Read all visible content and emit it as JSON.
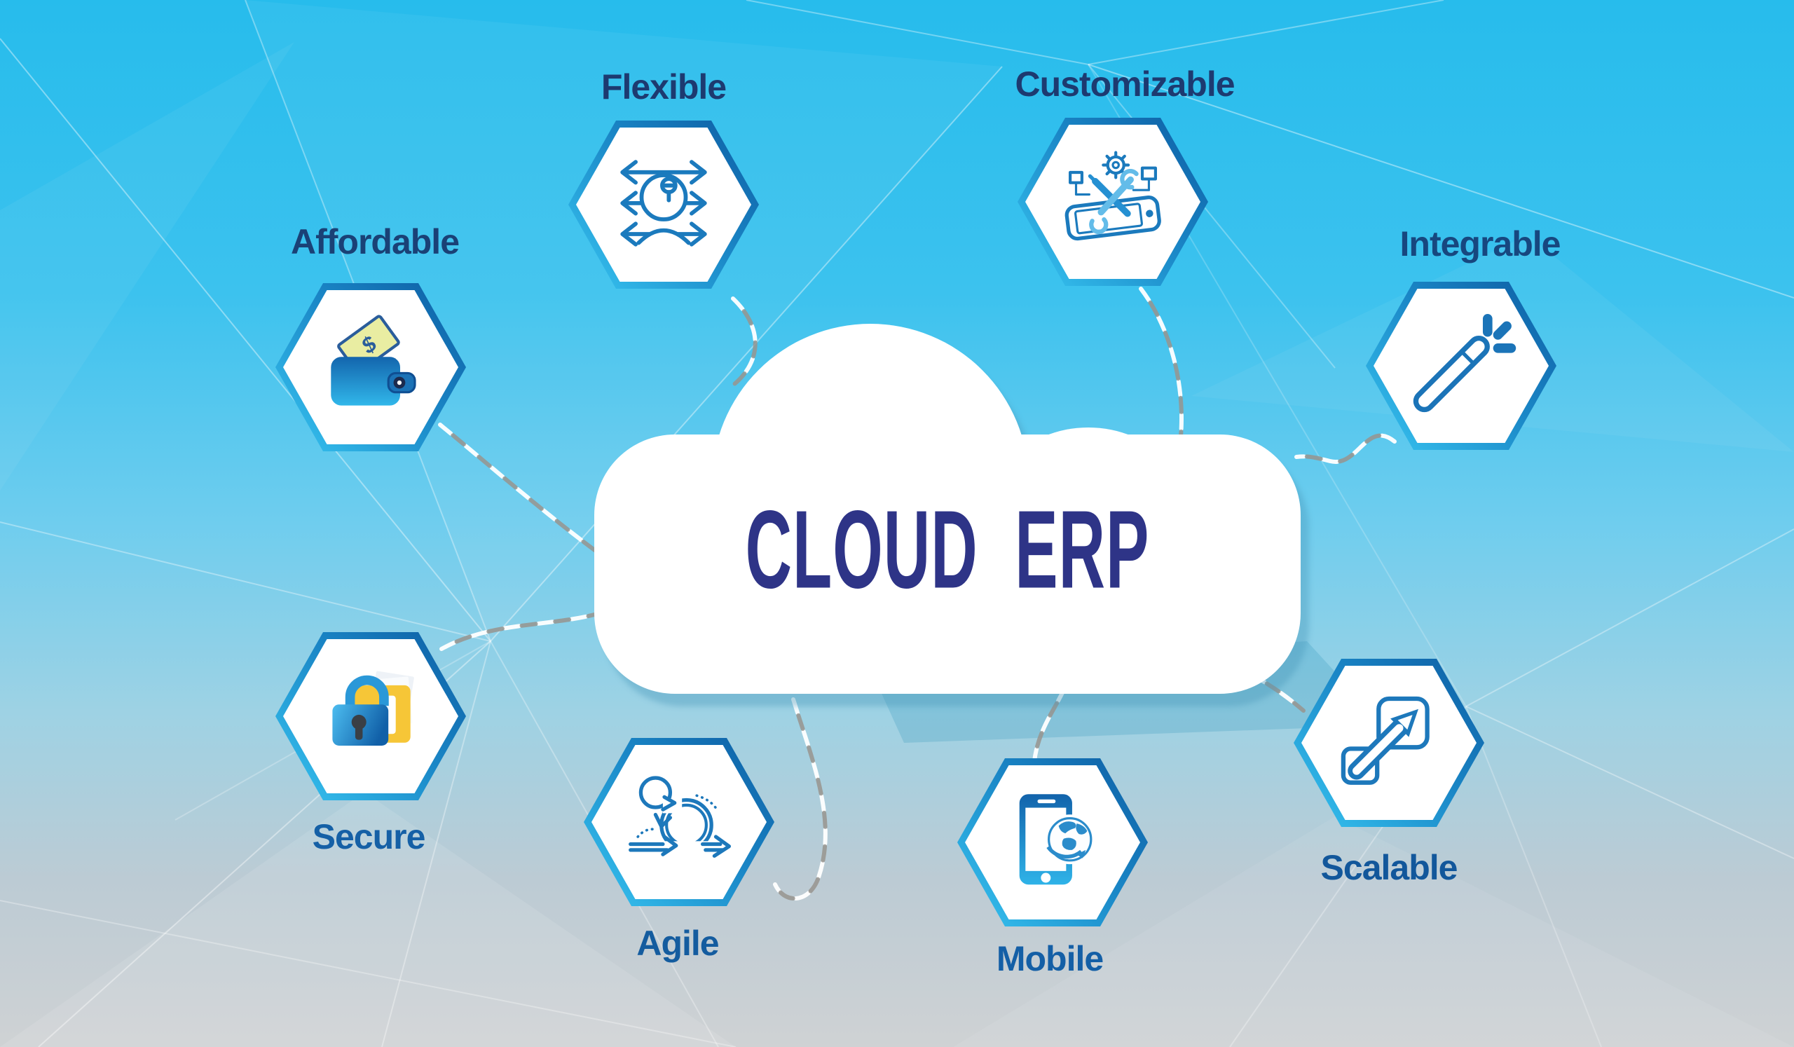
{
  "title": "CLOUD ERP",
  "title_color": "#2e3487",
  "background": {
    "top_color": "#27bcec",
    "bottom_color": "#cfd2d4",
    "mesh_line_color": "#ffffff"
  },
  "cloud": {
    "fill": "#ffffff",
    "shadow_color": "#6aa9c4"
  },
  "hexagon": {
    "fill": "#ffffff",
    "border_gradient_start": "#38c6f2",
    "border_gradient_end": "#0d5ca2"
  },
  "connectors": {
    "white_dash_color": "#ffffff",
    "gray_dash_color": "#98948e"
  },
  "icon_stroke_color": "#1b7abd",
  "features": [
    {
      "id": "affordable",
      "label": "Affordable",
      "icon": "wallet-icon",
      "label_color": "#1a4176",
      "position": "upper-left"
    },
    {
      "id": "flexible",
      "label": "Flexible",
      "icon": "head-arrows-icon",
      "label_color": "#1d3a70",
      "position": "top-left"
    },
    {
      "id": "customizable",
      "label": "Customizable",
      "icon": "phone-tools-icon",
      "label_color": "#1d3a70",
      "position": "top-right"
    },
    {
      "id": "integrable",
      "label": "Integrable",
      "icon": "magic-wand-icon",
      "label_color": "#17477f",
      "position": "upper-right"
    },
    {
      "id": "secure",
      "label": "Secure",
      "icon": "padlock-folder-icon",
      "label_color": "#1560a6",
      "position": "lower-left"
    },
    {
      "id": "agile",
      "label": "Agile",
      "icon": "sprint-loops-icon",
      "label_color": "#145c9f",
      "position": "bottom-left"
    },
    {
      "id": "mobile",
      "label": "Mobile",
      "icon": "smartphone-globe-icon",
      "label_color": "#145fa6",
      "position": "bottom-right"
    },
    {
      "id": "scalable",
      "label": "Scalable",
      "icon": "expand-arrows-icon",
      "label_color": "#12579b",
      "position": "lower-right"
    }
  ]
}
